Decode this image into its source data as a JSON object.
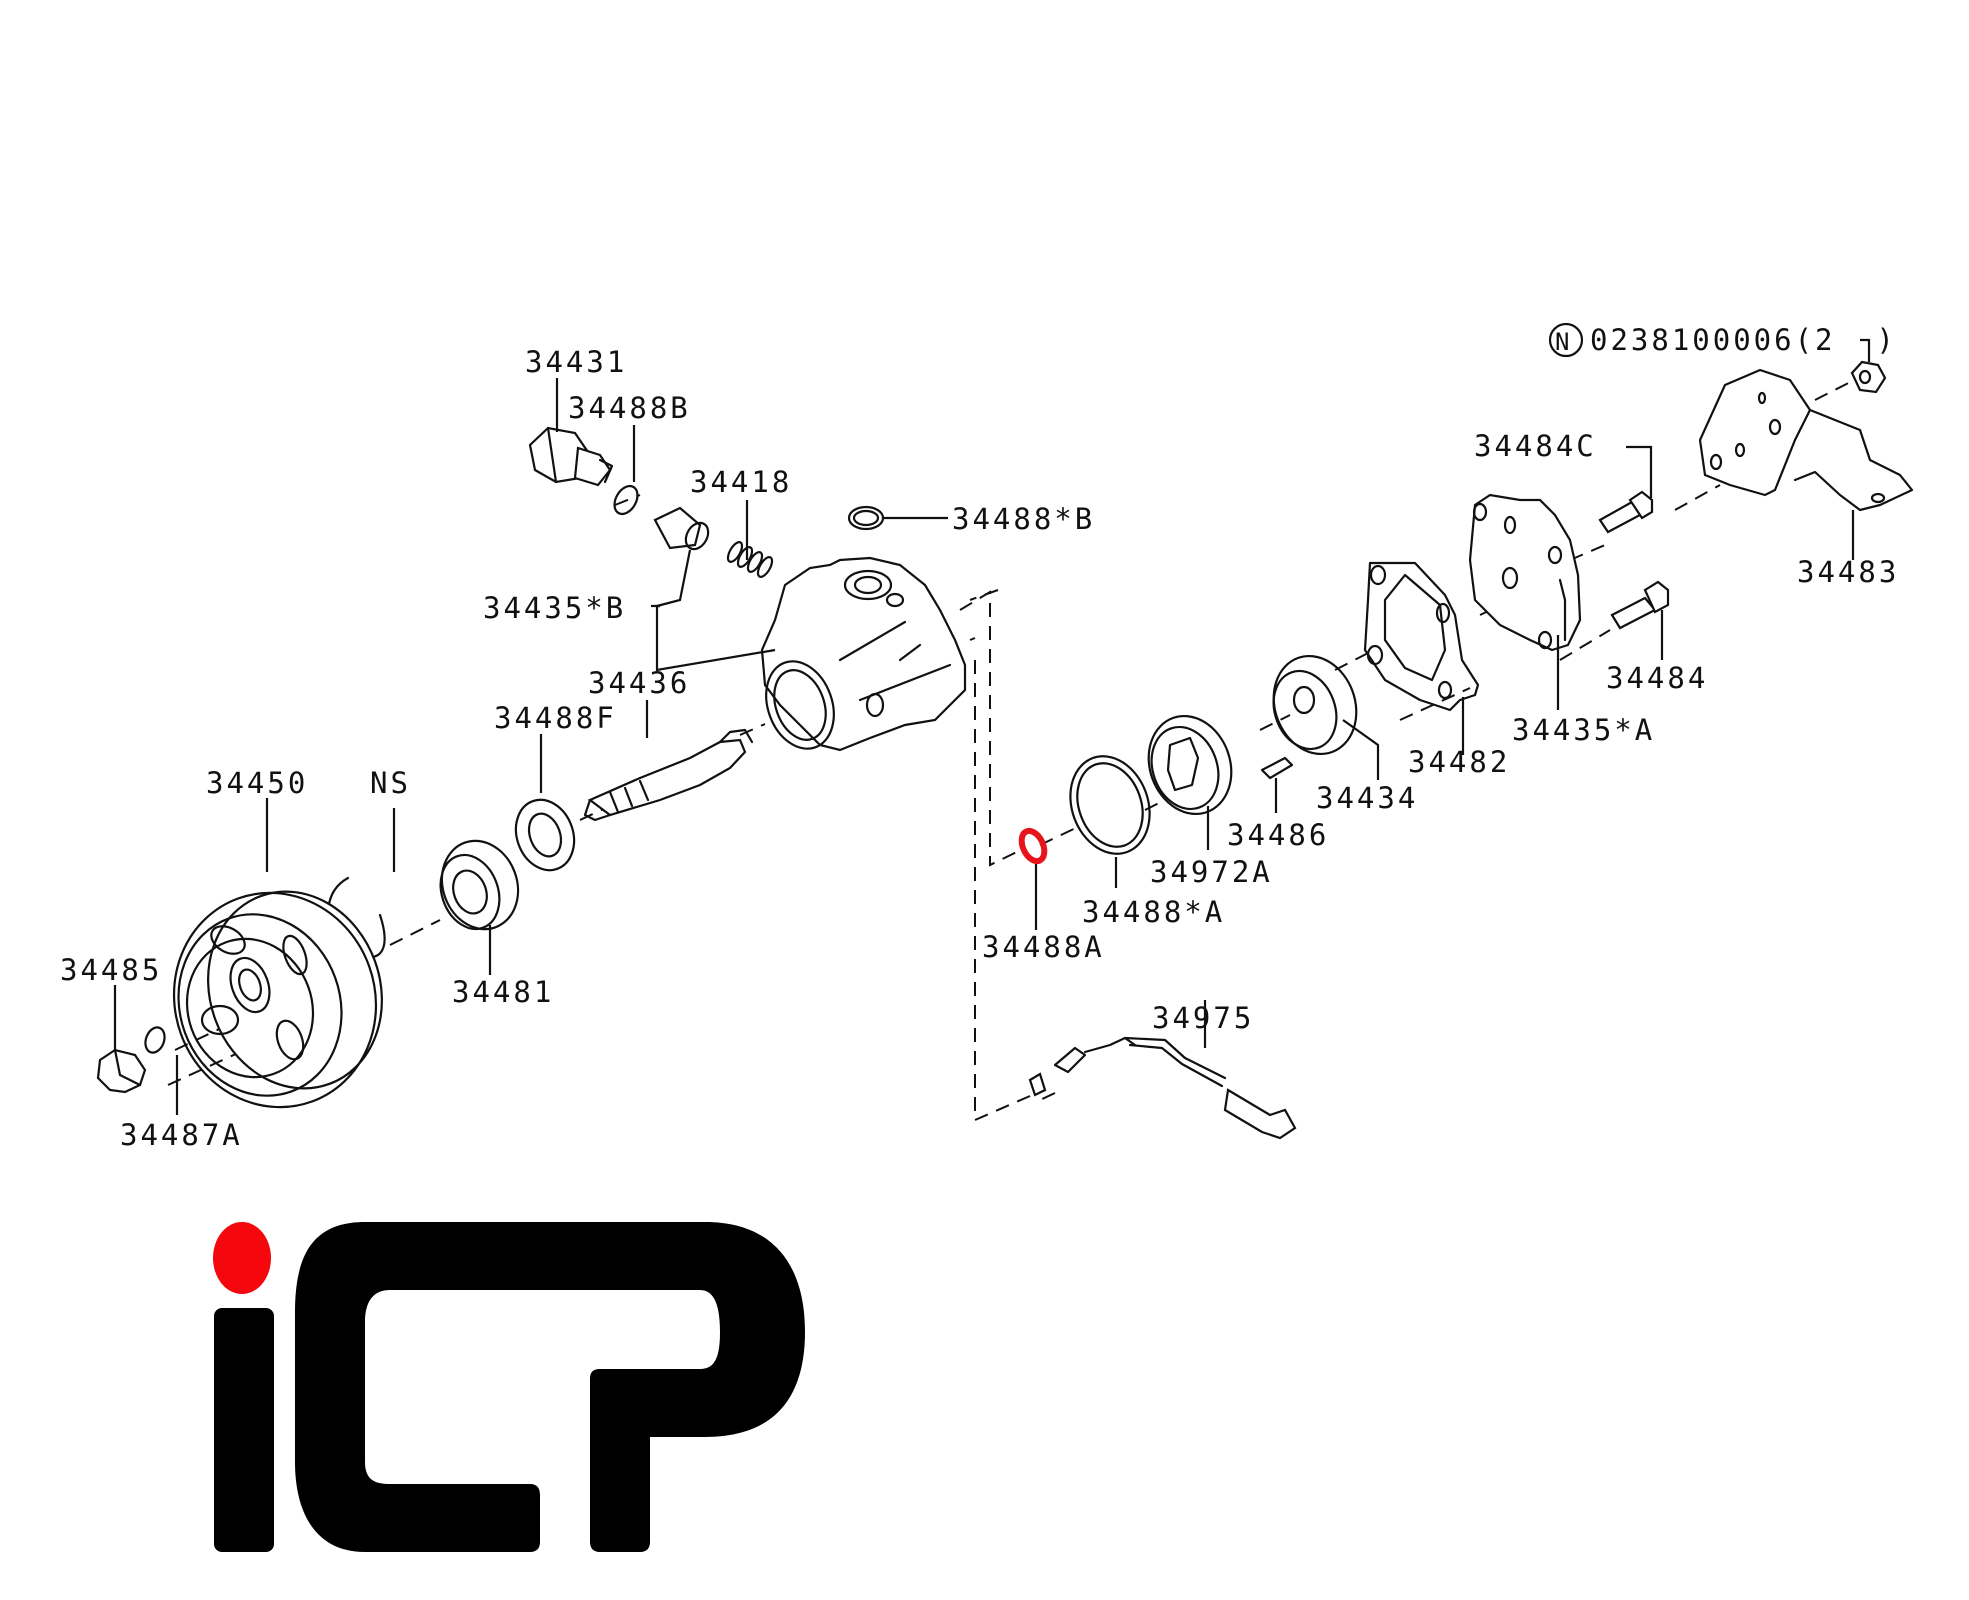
{
  "diagram": {
    "title": "Power steering pump exploded parts diagram",
    "highlight_color": "#e8141b",
    "highlighted_part": "34488A",
    "note_symbol": "N",
    "parts": [
      {
        "id": "p1",
        "label": "34431"
      },
      {
        "id": "p2",
        "label": "34488B"
      },
      {
        "id": "p3",
        "label": "34418"
      },
      {
        "id": "p4",
        "label": "34488*B"
      },
      {
        "id": "p5",
        "label": "34435*B"
      },
      {
        "id": "p6",
        "label": "34436"
      },
      {
        "id": "p7",
        "label": "34488F"
      },
      {
        "id": "p8",
        "label": "34450"
      },
      {
        "id": "p9",
        "label": "NS"
      },
      {
        "id": "p10",
        "label": "34481"
      },
      {
        "id": "p11",
        "label": "34485"
      },
      {
        "id": "p12",
        "label": "34487A"
      },
      {
        "id": "p13",
        "label": "34488A"
      },
      {
        "id": "p14",
        "label": "34488*A"
      },
      {
        "id": "p15",
        "label": "34972A"
      },
      {
        "id": "p16",
        "label": "34486"
      },
      {
        "id": "p17",
        "label": "34434"
      },
      {
        "id": "p18",
        "label": "34482"
      },
      {
        "id": "p19",
        "label": "34435*A"
      },
      {
        "id": "p20",
        "label": "34484"
      },
      {
        "id": "p21",
        "label": "34484C"
      },
      {
        "id": "p22",
        "label": "34483"
      },
      {
        "id": "p23",
        "label": "0238100006(2  )"
      },
      {
        "id": "p24",
        "label": "34975"
      }
    ]
  },
  "logo": {
    "text": "ICP",
    "dot_color": "#f5070e",
    "letter_color": "#000000"
  }
}
